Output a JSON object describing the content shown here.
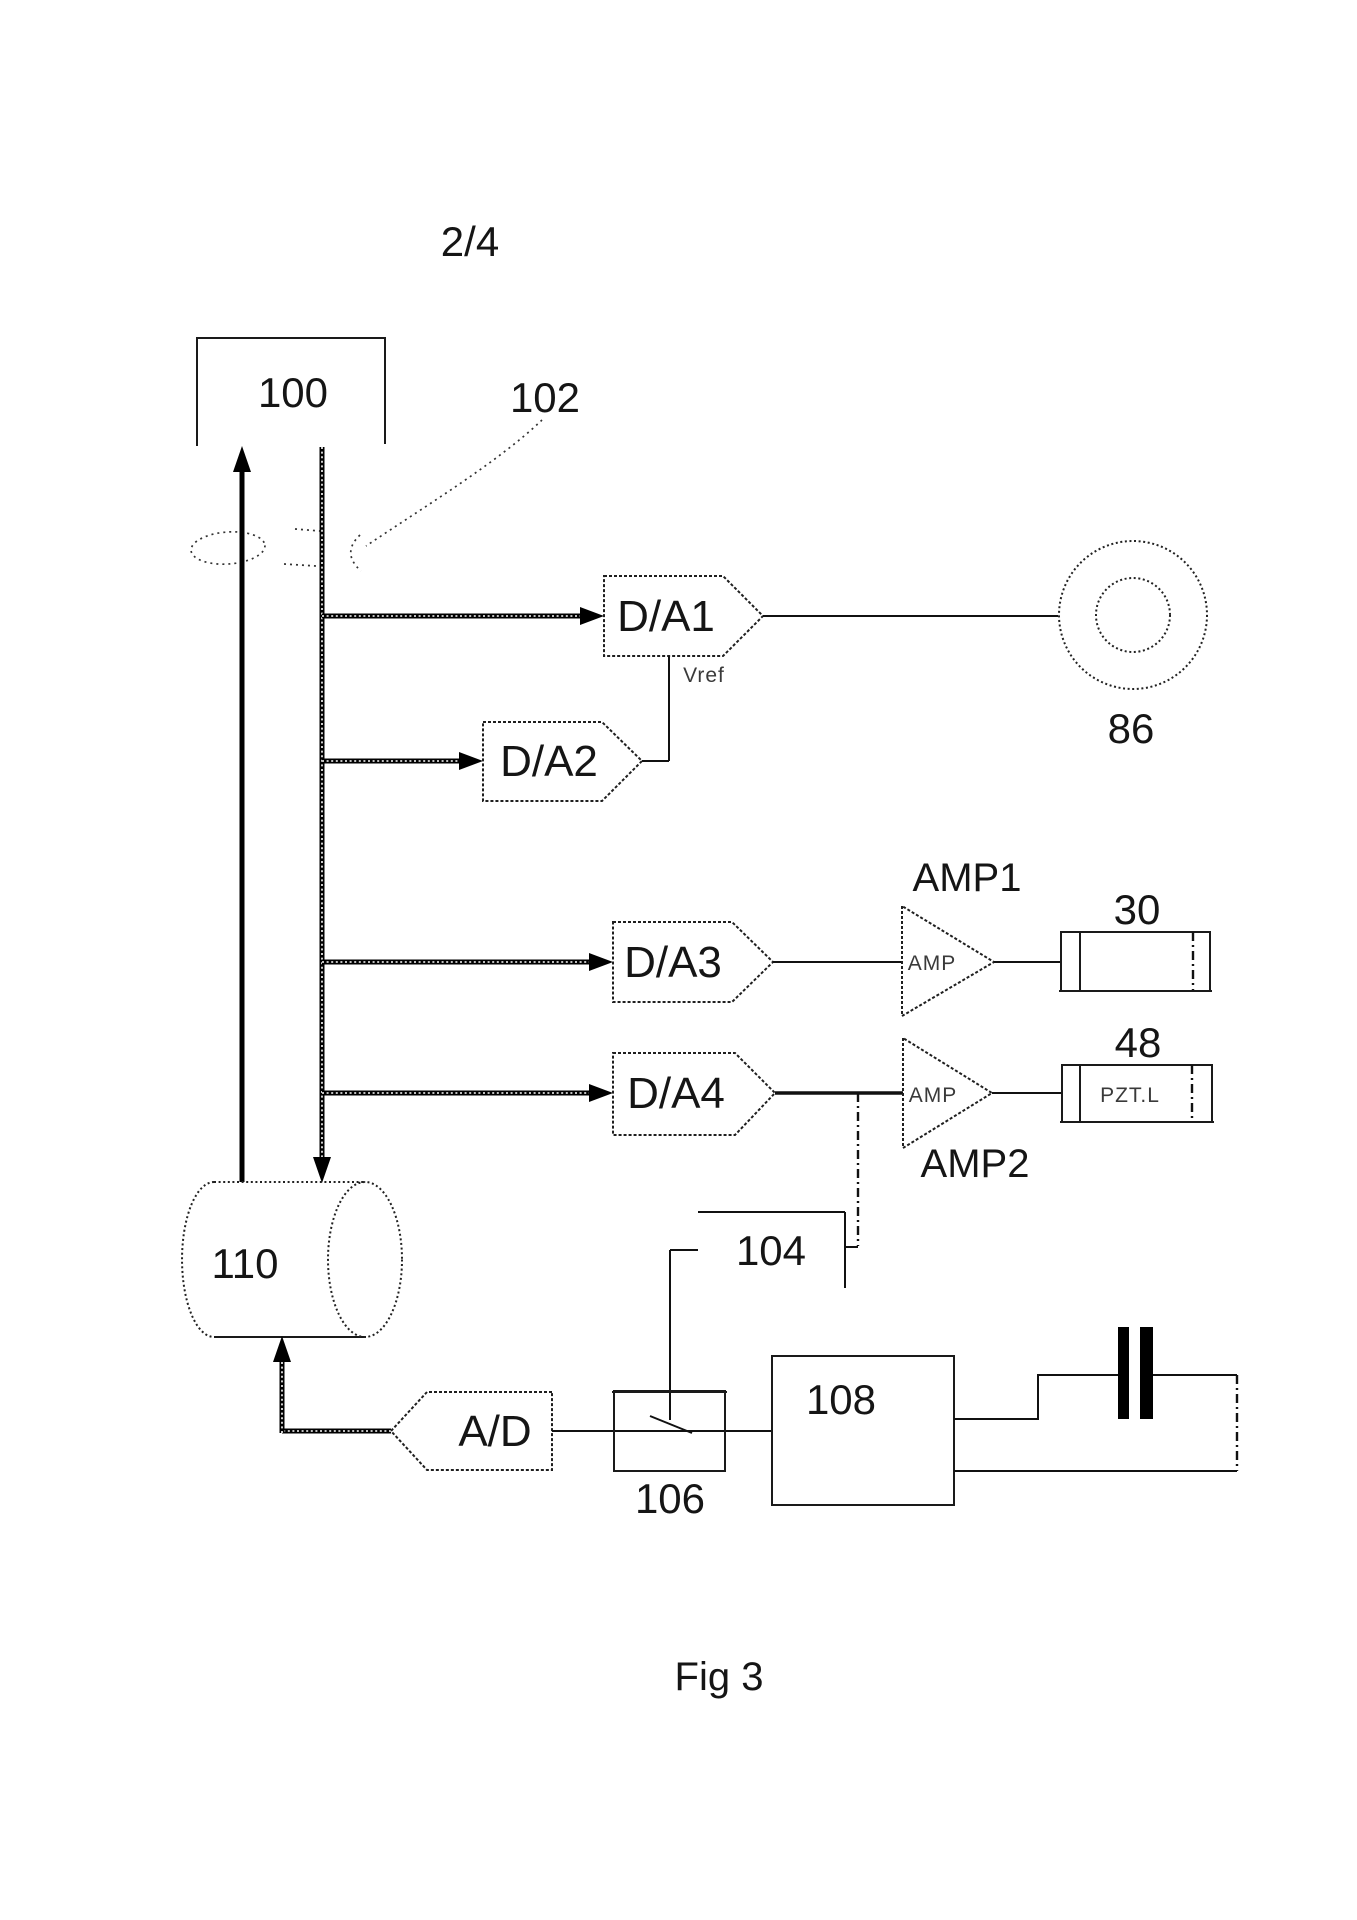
{
  "page": {
    "sheet_label": "2/4",
    "figure_caption": "Fig 3"
  },
  "labels": {
    "block100": "100",
    "bus102": "102",
    "da1": "D/A1",
    "da2": "D/A2",
    "da3": "D/A3",
    "da4": "D/A4",
    "vref": "Vref",
    "circle86": "86",
    "amp1": "AMP1",
    "amp2": "AMP2",
    "amp_symbol": "AMP",
    "box30": "30",
    "box48": "48",
    "pzt": "PZT.L",
    "cylinder110": "110",
    "callout104": "104",
    "switch106": "106",
    "block108": "108",
    "adc": "A/D"
  },
  "colors": {
    "ink": "#000000",
    "paper": "#ffffff",
    "soft_ink": "#3a3a3a"
  }
}
